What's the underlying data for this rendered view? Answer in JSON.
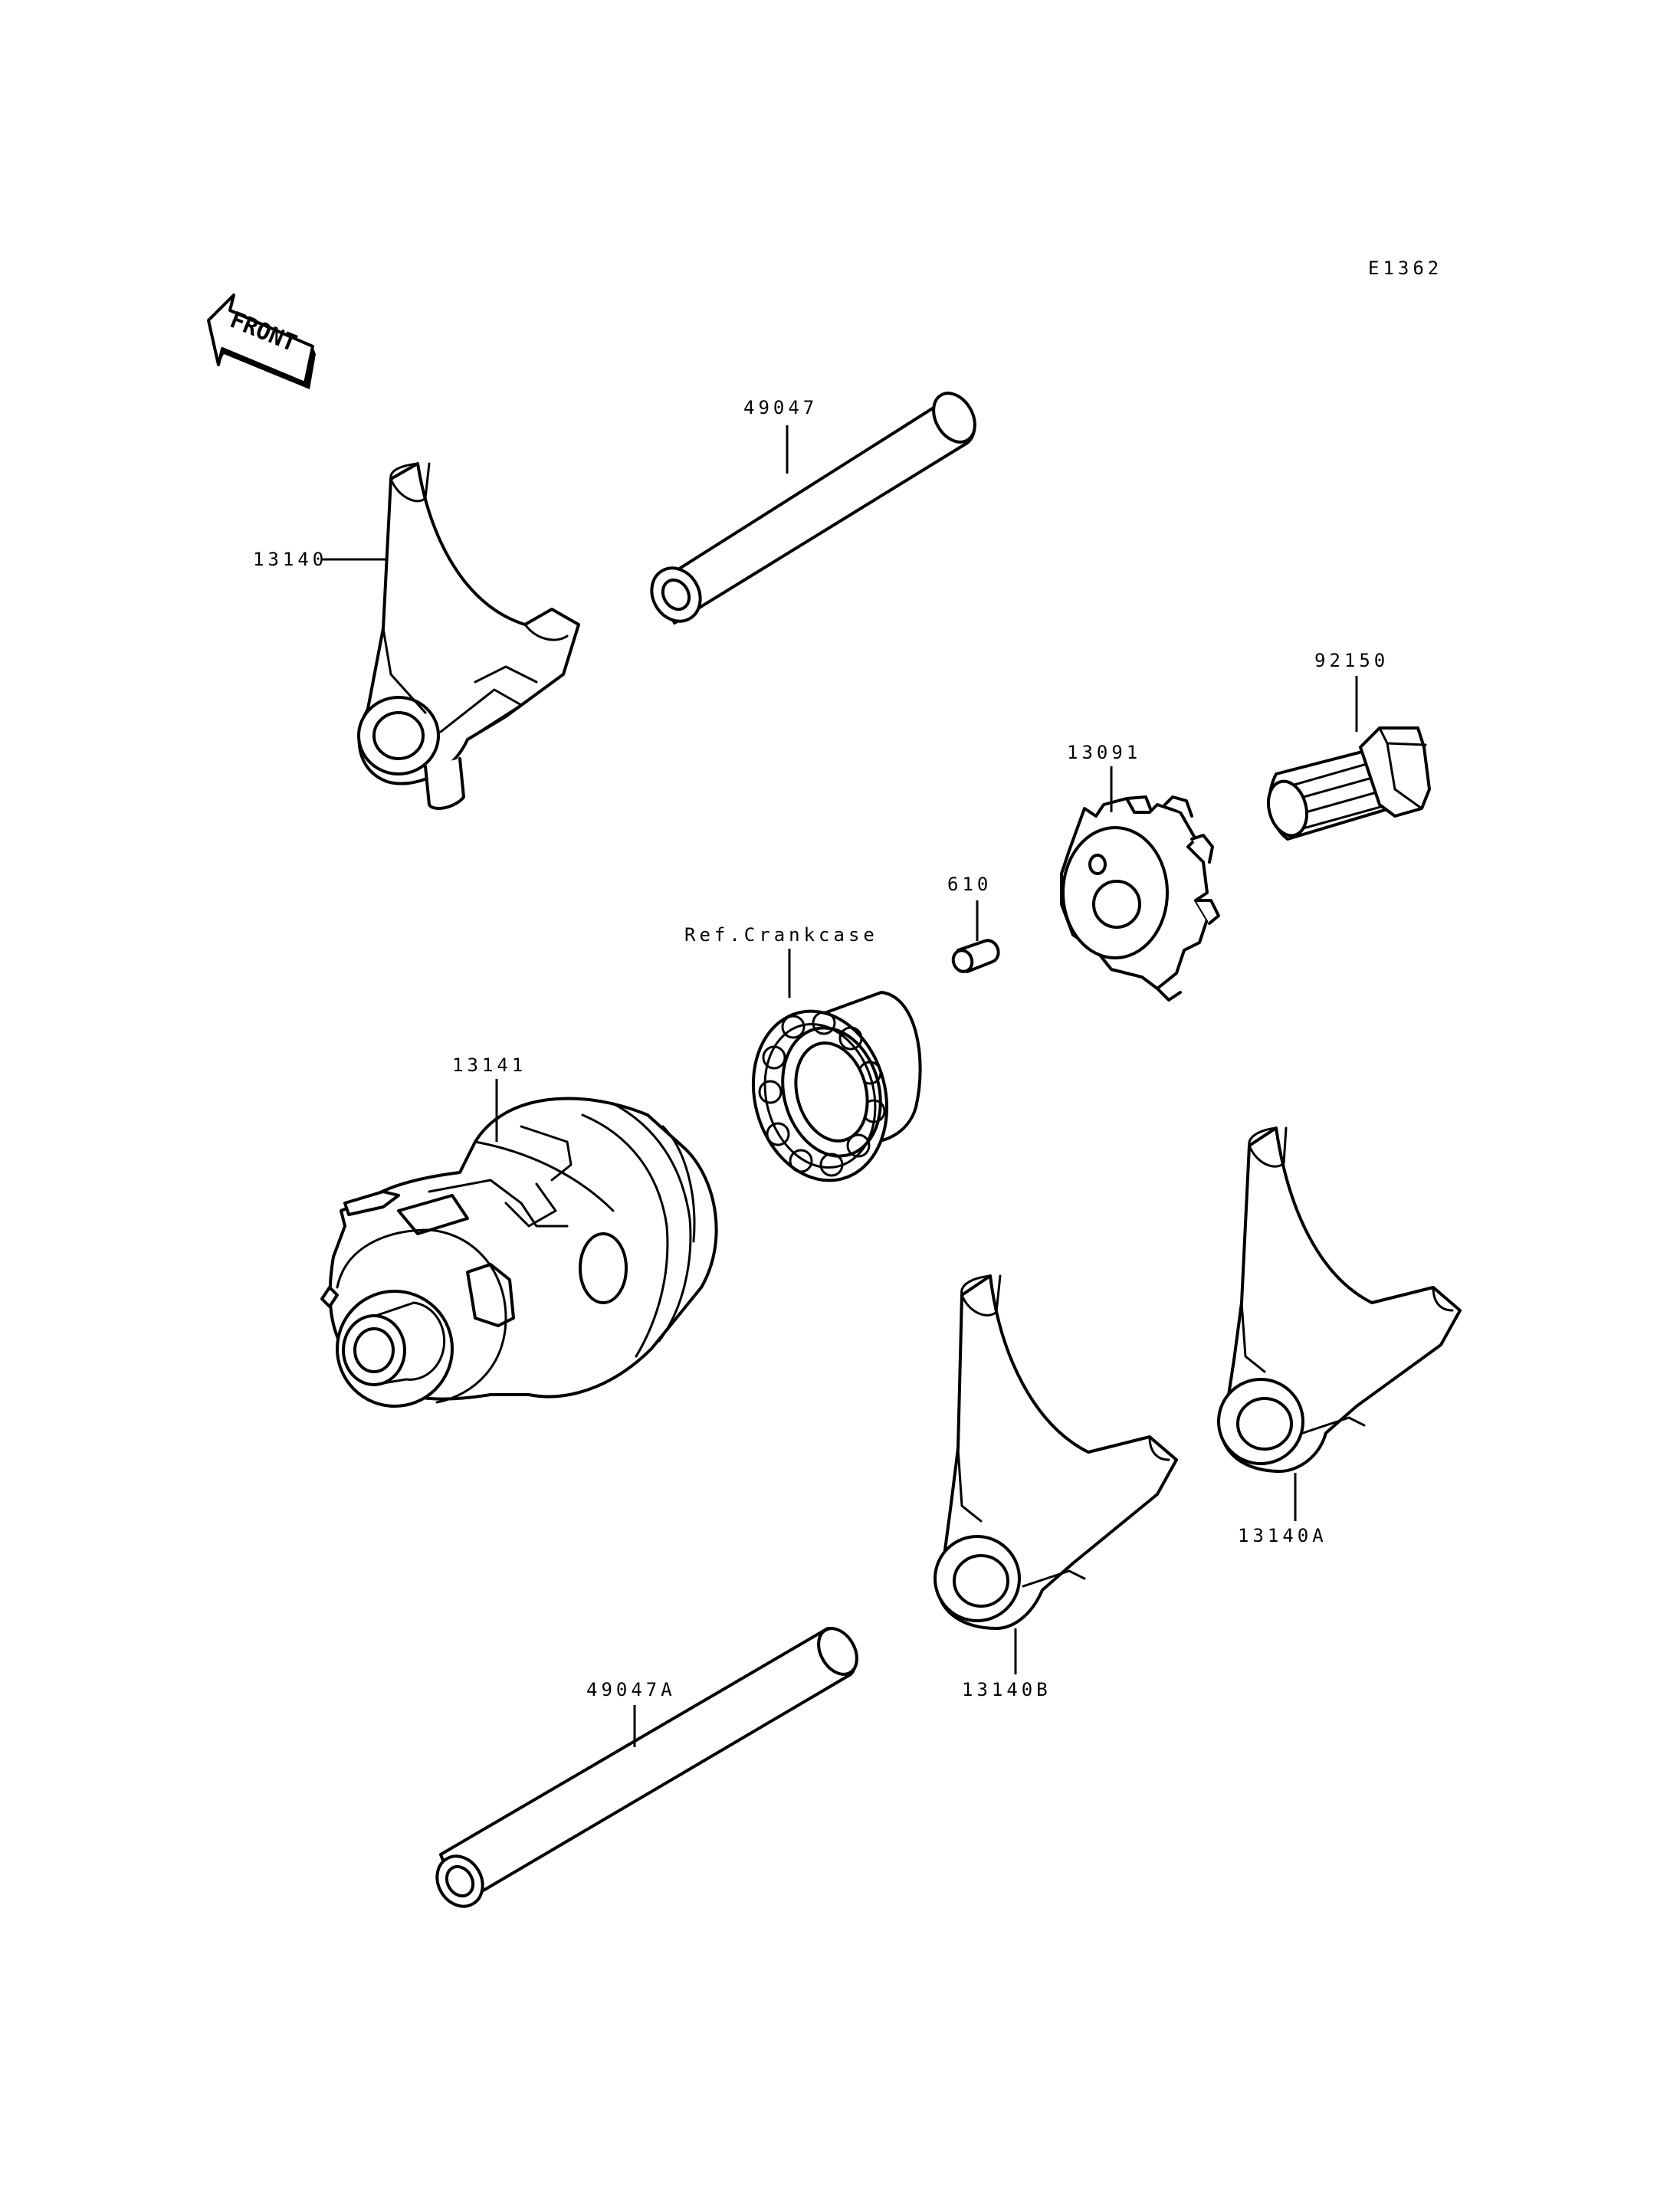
{
  "diagram": {
    "code": "E1362",
    "front_marker": "FRONT",
    "parts": {
      "shift_rod_upper": "49047",
      "shift_fork_upper": "13140",
      "bolt": "92150",
      "drum_cam": "13091",
      "pin": "610",
      "bearing_ref": "Ref.Crankcase",
      "shift_drum": "13141",
      "shift_fork_a": "13140A",
      "shift_fork_b": "13140B",
      "shift_rod_lower": "49047A"
    }
  }
}
